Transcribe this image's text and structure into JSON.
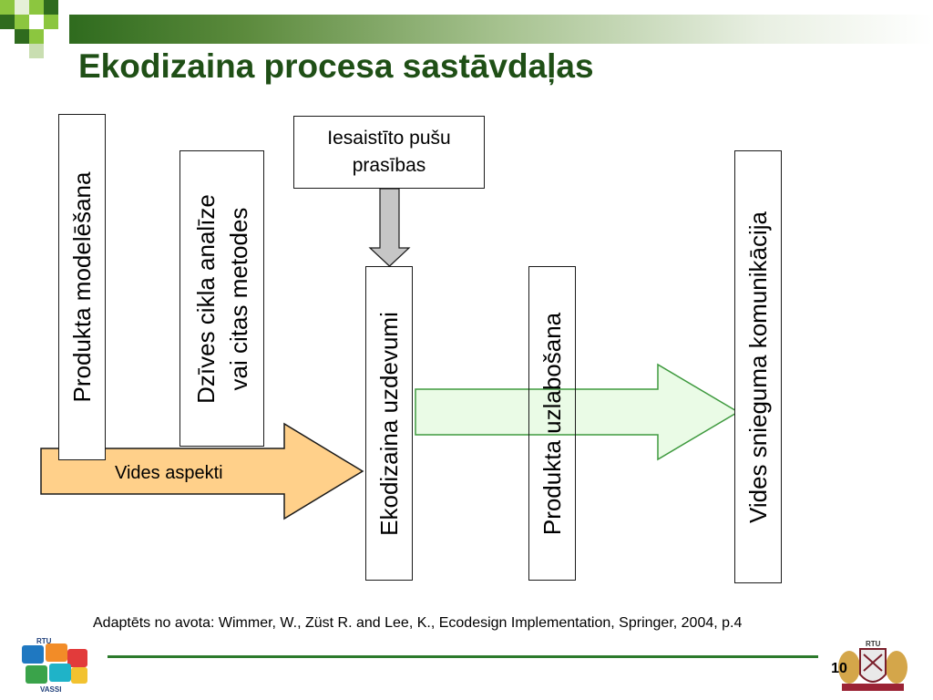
{
  "slide": {
    "title": "Ekodizaina procesa sastāvdaļas",
    "source_note": "Adaptēts no avota: Wimmer, W., Züst R. and Lee, K., Ecodesign Implementation, Springer, 2004, p.4",
    "page_number": "10"
  },
  "diagram": {
    "boxes": {
      "product_modeling": "Produkta modelēšana",
      "lifecycle_line1": "Dzīves cikla analīze",
      "lifecycle_line2": "vai citas metodes",
      "stakeholder_requirements": "Iesaistīto pušu prasības",
      "ecodesign_tasks": "Ekodizaina uzdevumi",
      "product_improvement": "Produkta uzlabošana",
      "performance_communication": "Vides snieguma komunikācija"
    },
    "arrows": {
      "environmental_aspects": "Vides aspekti"
    }
  },
  "logos": {
    "left_logo_name": "RTU VASSI puzzle logo",
    "left_logo_top_text": "RTU",
    "left_logo_bottom_text": "VASSI",
    "right_logo_name": "RTU coat of arms",
    "right_logo_text": "RTU"
  },
  "colors": {
    "title_green": "#1f4f16",
    "accent_green": "#5b8a3c",
    "environment_arrow_fill": "#ffd08a",
    "process_arrow_fill": "#eafbe6",
    "requirement_arrow_fill": "#c6c6c6",
    "footer_line": "#2c7a2c"
  }
}
